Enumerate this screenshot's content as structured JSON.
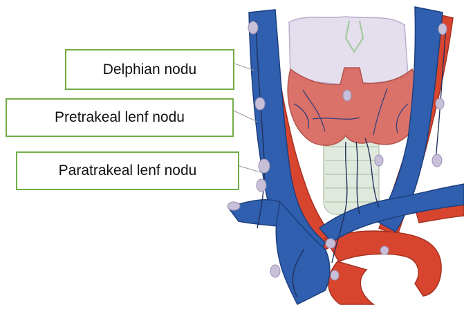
{
  "labels": {
    "delphian": "Delphian nodu",
    "pretracheal": "Pretrakeal lenf nodu",
    "paratracheal": "Paratrakeal lenf nodu"
  },
  "colors": {
    "box_border": "#70ad47",
    "vein": "#2f5fae",
    "artery": "#d8452f",
    "thyroid": "#d96b63",
    "larynx": "#e2dcec",
    "lymph_node": "#c8bfd9"
  }
}
